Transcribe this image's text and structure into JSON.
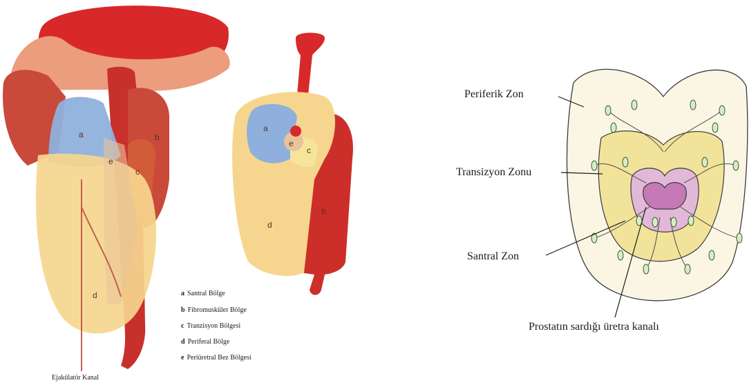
{
  "left_figure": {
    "zone_letters": {
      "a": "a",
      "b": "b",
      "c": "c",
      "d": "d",
      "e": "e"
    },
    "second_view_letters": {
      "a": "a",
      "b": "b",
      "c": "c",
      "d": "d",
      "e": "e"
    },
    "legend": [
      {
        "key": "a",
        "text": "Santral Bölge"
      },
      {
        "key": "b",
        "text": "Fibromusküler Bölge"
      },
      {
        "key": "c",
        "text": "Tranzisyon Bölgesi"
      },
      {
        "key": "d",
        "text": "Periferal Bölge"
      },
      {
        "key": "e",
        "text": "Periüretral Bez Bölgesi"
      }
    ],
    "duct_label": "Ejakülatör Kanal"
  },
  "right_figure": {
    "labels": {
      "peripheral": "Periferik Zon",
      "transition": "Transizyon Zonu",
      "central": "Santral Zon",
      "urethra": "Prostatın sardığı üretra kanalı"
    }
  },
  "colors": {
    "bladder_red": "#d8282a",
    "muscle_red": "#c94a3a",
    "peripheral_yellow": "#f6d68e",
    "central_blue": "#7fa7d8",
    "transition_yellow": "#f4e59a",
    "right_outer": "#fbf6e4",
    "right_inner": "#f1e39a",
    "right_center": "#e2b8d8",
    "right_urethra": "#c57ab6"
  }
}
